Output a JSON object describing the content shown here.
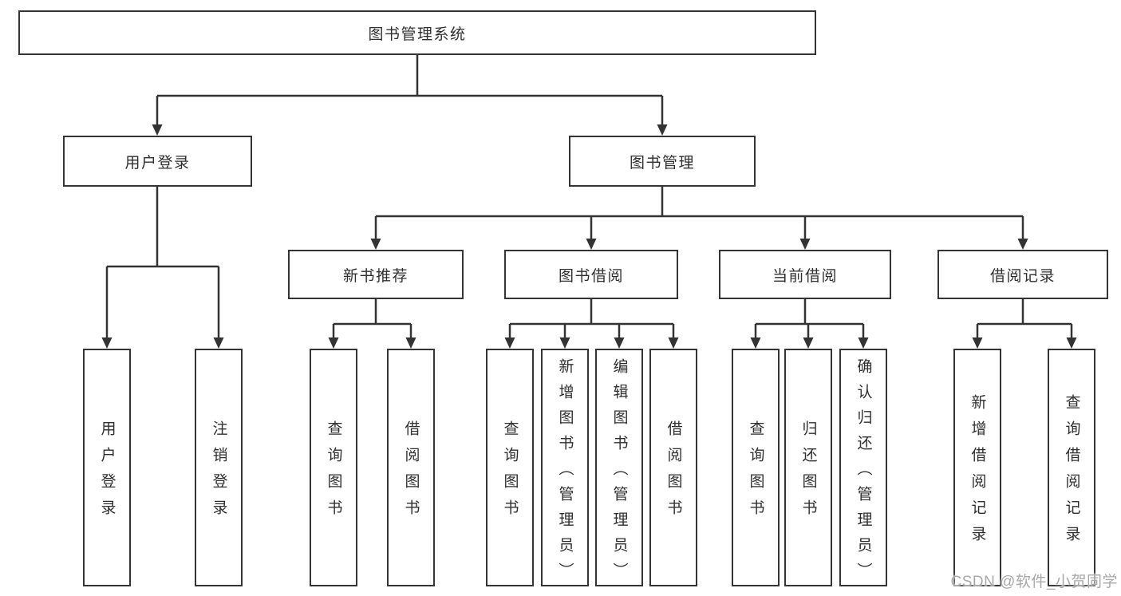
{
  "tree": {
    "label": "图书管理系统",
    "children": [
      {
        "label": "用户登录",
        "children": [
          {
            "label": "用户登录"
          },
          {
            "label": "注销登录"
          }
        ]
      },
      {
        "label": "图书管理",
        "children": [
          {
            "label": "新书推荐",
            "children": [
              {
                "label": "查询图书"
              },
              {
                "label": "借阅图书"
              }
            ]
          },
          {
            "label": "图书借阅",
            "children": [
              {
                "label": "查询图书"
              },
              {
                "label": "新增图书（管理员）"
              },
              {
                "label": "编辑图书（管理员）"
              },
              {
                "label": "借阅图书"
              }
            ]
          },
          {
            "label": "当前借阅",
            "children": [
              {
                "label": "查询图书"
              },
              {
                "label": "归还图书"
              },
              {
                "label": "确认归还（管理员）"
              }
            ]
          },
          {
            "label": "借阅记录",
            "children": [
              {
                "label": "新增借阅记录"
              },
              {
                "label": "查询借阅记录"
              }
            ]
          }
        ]
      }
    ]
  },
  "watermark": {
    "text": "CSDN @软件_小贺同学"
  },
  "colors": {
    "box_border": "#343434",
    "line": "#333333",
    "text": "#2f2f2f",
    "watermark": "#a8a8a8"
  }
}
